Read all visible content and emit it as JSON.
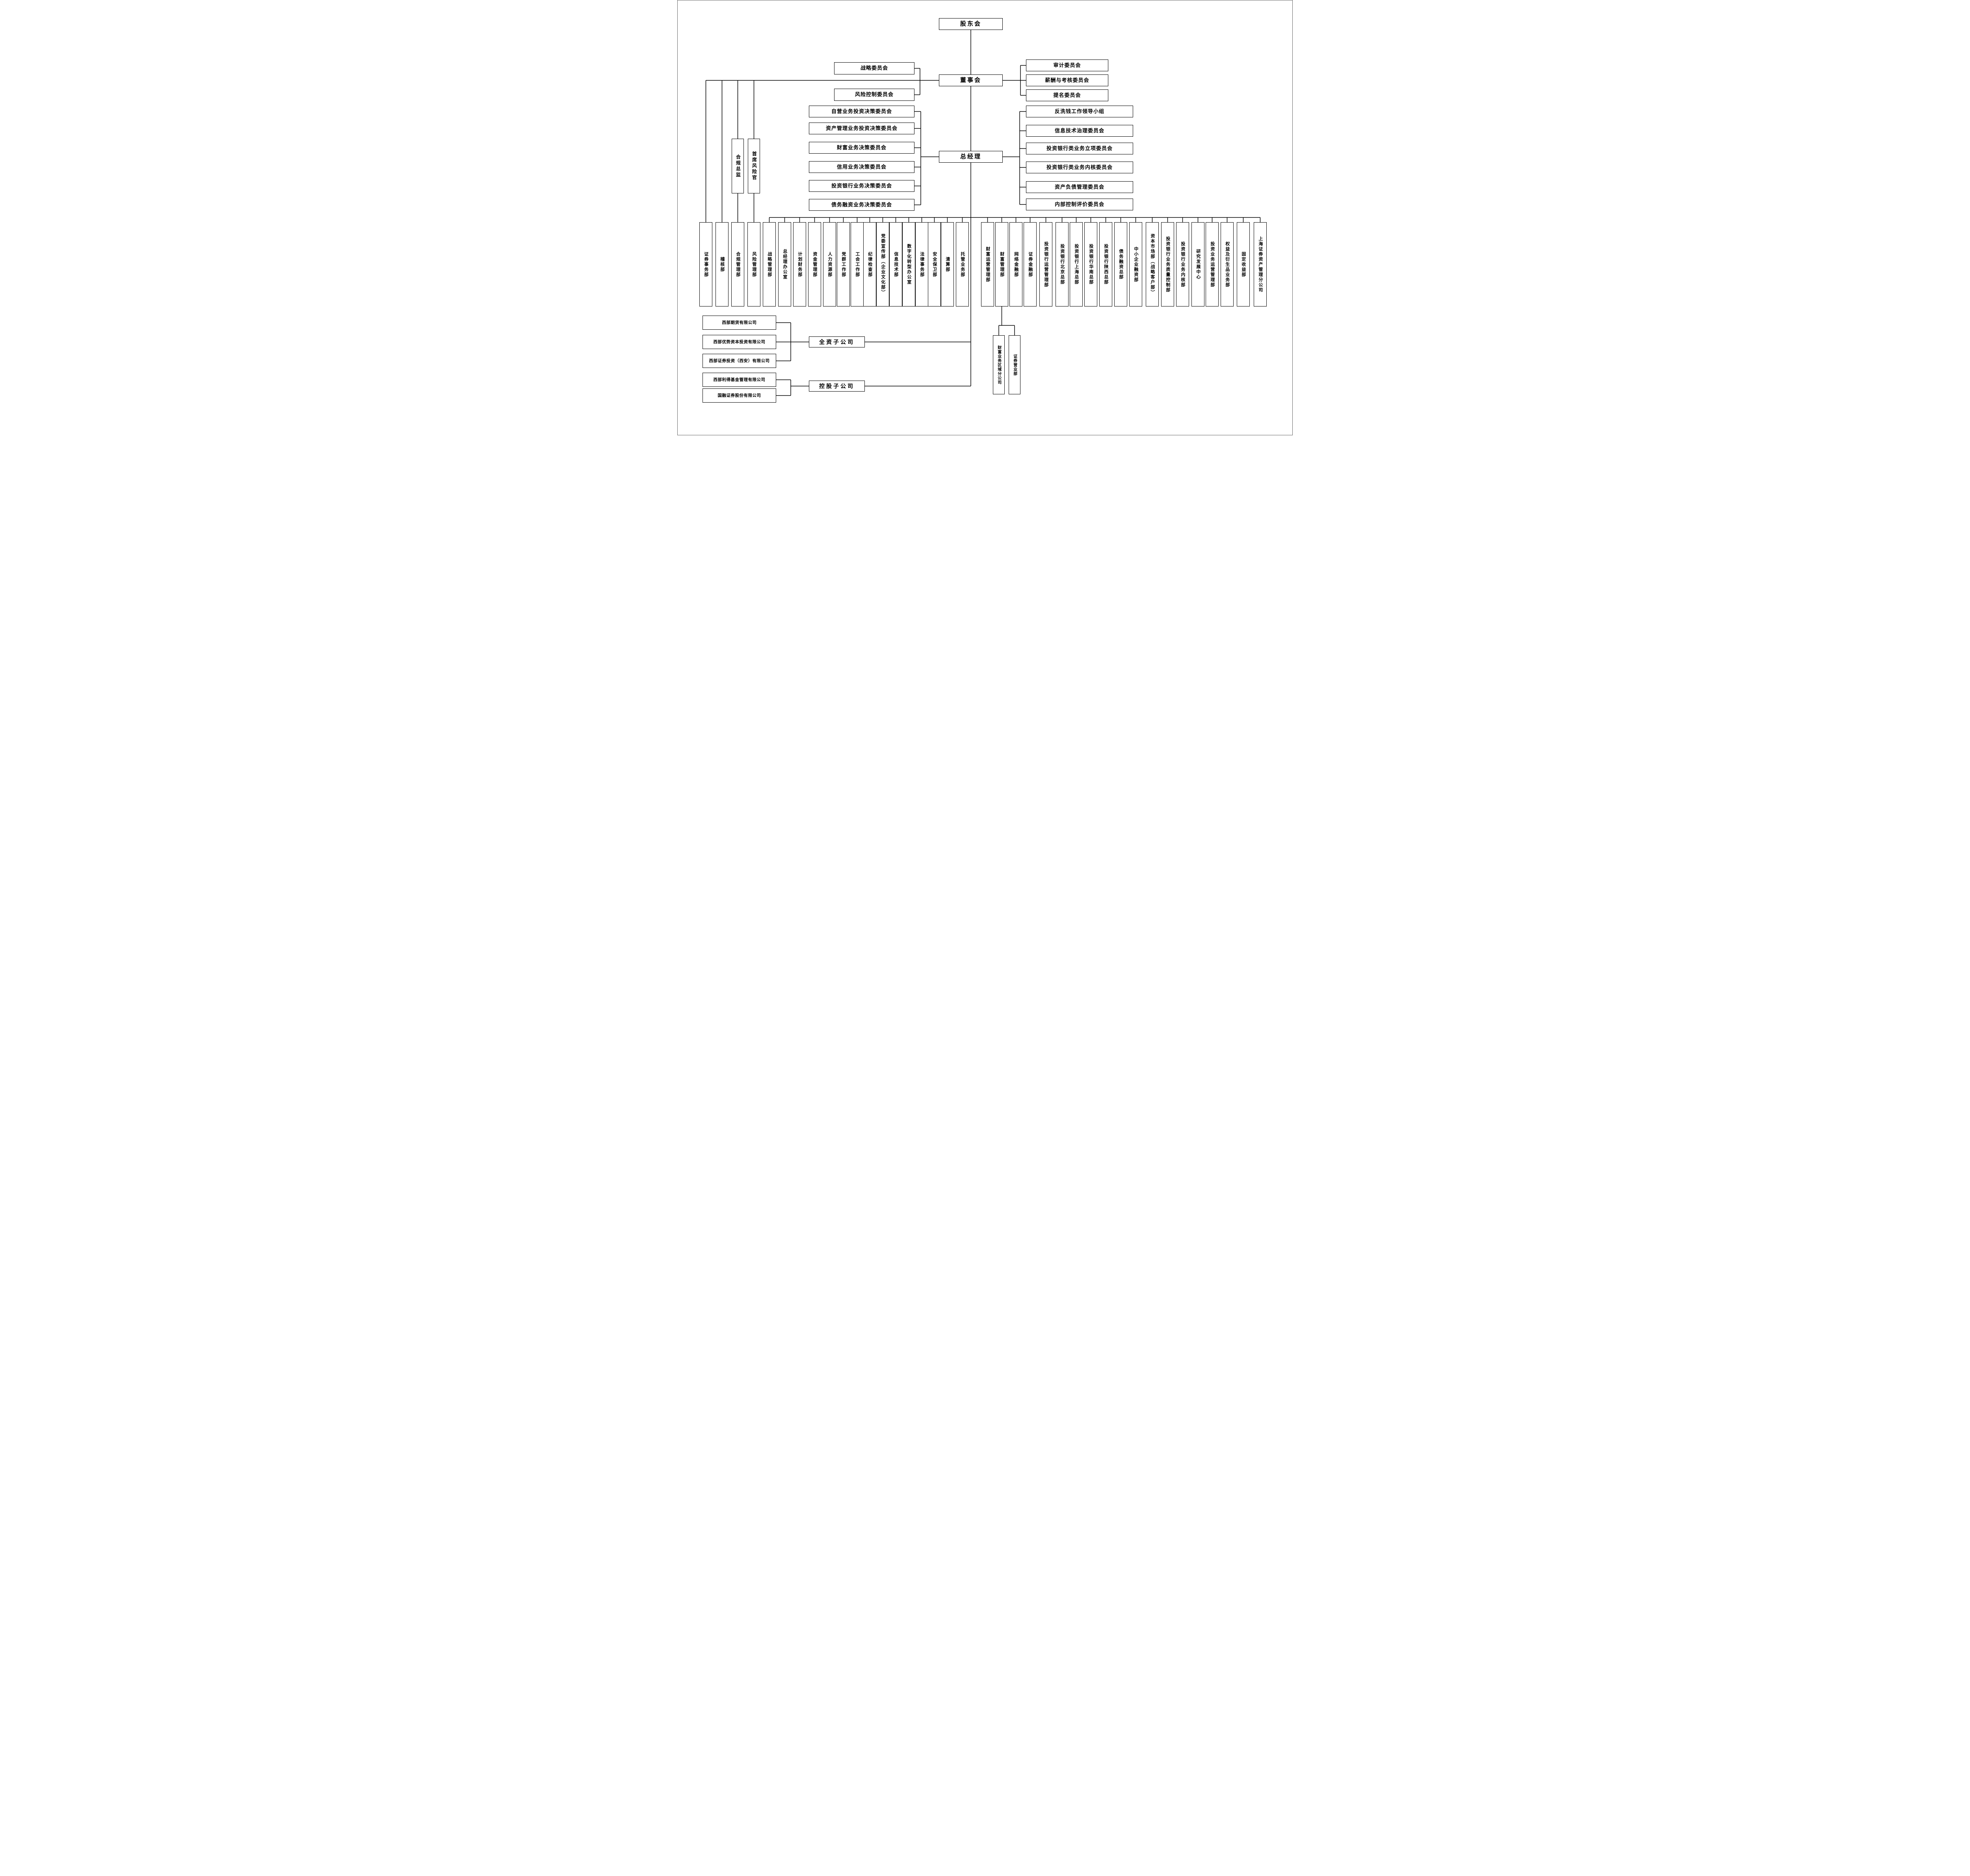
{
  "org": {
    "nodes": {
      "shareholders": "股东会",
      "board": "董事会",
      "general_manager": "总经理"
    },
    "board_left_committees": [
      "战略委员会",
      "风险控制委员会"
    ],
    "board_right_committees": [
      "审计委员会",
      "薪酬与考核委员会",
      "提名委员会"
    ],
    "gm_left_committees": [
      "自营业务投资决策委员会",
      "资产管理业务投资决策委员会",
      "财富业务决策委员会",
      "信用业务决策委员会",
      "投资银行业务决策委员会",
      "债务融资业务决策委员会"
    ],
    "gm_right_committees": [
      "反洗钱工作领导小组",
      "信息技术治理委员会",
      "投资银行类业务立项委员会",
      "投资银行类业务内核委员会",
      "资产负债管理委员会",
      "内部控制评价委员会"
    ],
    "officers": [
      "合规总监",
      "首席风险官"
    ],
    "departments": [
      "证券事务部",
      "稽核部",
      "合规管理部",
      "风险管理部",
      "战略管理部",
      "总经理办公室",
      "计划财务部",
      "资金管理部",
      "人力资源部",
      "党群工作部",
      "工会工作部",
      "纪律检查部",
      "党委宣传部（企业文化部）",
      "信息技术部",
      "数字化转型办公室",
      "法律事务部",
      "安全保卫部",
      "清算部",
      "托管业务部",
      "财富运营管理部",
      "财富管理部",
      "网络金融部",
      "证券金融部",
      "投资银行运营管理部",
      "投资银行北京总部",
      "投资银行上海总部",
      "投资银行华南总部",
      "投资银行陕西总部",
      "债务融资总部",
      "中小企业融资部",
      "资本市场部（战略客户部）",
      "投资银行业务质量控制部",
      "投资银行业务内核部",
      "研究发展中心",
      "投资业务运营管理部",
      "权益及衍生品业务部",
      "固定收益部",
      "上海证券资产管理分公司"
    ],
    "wealth_management_subunits": [
      "财富业务区域分公司",
      "证券营业部"
    ],
    "wholly_owned_group": {
      "label": "全资子公司",
      "companies": [
        "西部期货有限公司",
        "西部优势资本投资有限公司",
        "西部证券投资（西安）有限公司"
      ]
    },
    "holding_group": {
      "label": "控股子公司",
      "companies": [
        "西部利得基金管理有限公司",
        "国融证券股份有限公司"
      ]
    },
    "colors": {
      "line": "#000000",
      "box_border": "#000000",
      "box_bg": "#ffffff",
      "text": "#000000",
      "page_bg": "#ffffff"
    }
  }
}
